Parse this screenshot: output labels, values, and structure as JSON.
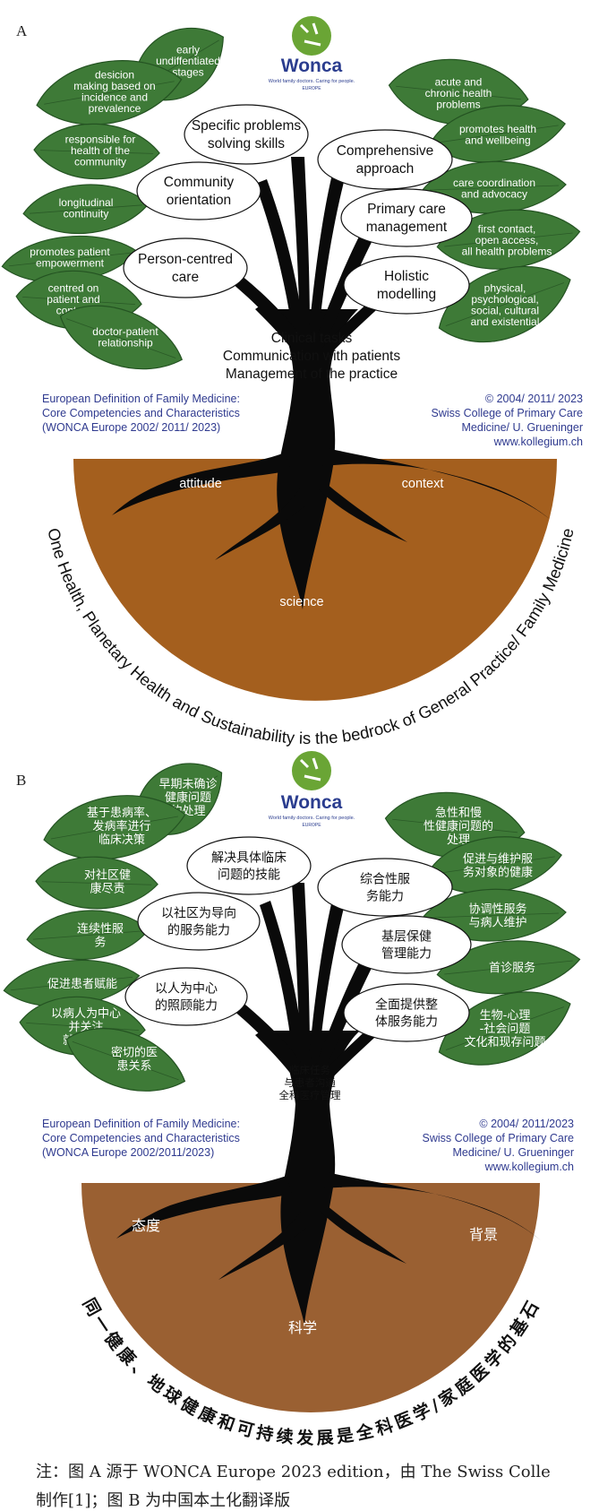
{
  "panelA": {
    "letter": "A",
    "logo": {
      "name": "Wonca",
      "tagline": "World family doctors. Caring for people.",
      "region": "EUROPE"
    },
    "ovals": [
      {
        "id": "specific",
        "lines": [
          "Specific problems",
          "solving skills"
        ]
      },
      {
        "id": "comprehensive",
        "lines": [
          "Comprehensive",
          "approach"
        ]
      },
      {
        "id": "community",
        "lines": [
          "Community",
          "orientation"
        ]
      },
      {
        "id": "primary",
        "lines": [
          "Primary care",
          "management"
        ]
      },
      {
        "id": "person",
        "lines": [
          "Person-centred",
          "care"
        ]
      },
      {
        "id": "holistic",
        "lines": [
          "Holistic",
          "modelling"
        ]
      }
    ],
    "leaves_left": [
      {
        "id": "early",
        "lines": [
          "early",
          "undiffentiated",
          "stages"
        ]
      },
      {
        "id": "desicion",
        "lines": [
          "desicion",
          "making based on",
          "incidence and",
          "prevalence"
        ]
      },
      {
        "id": "responsible",
        "lines": [
          "responsible for",
          "health of the",
          "community"
        ]
      },
      {
        "id": "longitudinal",
        "lines": [
          "longitudinal",
          "continuity"
        ]
      },
      {
        "id": "promotes-patient",
        "lines": [
          "promotes patient",
          "empowerment"
        ]
      },
      {
        "id": "centred",
        "lines": [
          "centred on",
          "patient and",
          "context"
        ]
      },
      {
        "id": "doctor",
        "lines": [
          "doctor-patient",
          "relationship"
        ]
      }
    ],
    "leaves_right": [
      {
        "id": "acute",
        "lines": [
          "acute and",
          "chronic health",
          "problems"
        ]
      },
      {
        "id": "promotes-health",
        "lines": [
          "promotes health",
          "and wellbeing"
        ]
      },
      {
        "id": "care-coord",
        "lines": [
          "care coordination",
          "and advocacy"
        ]
      },
      {
        "id": "first-contact",
        "lines": [
          "first contact,",
          "open access,",
          "all health problems"
        ]
      },
      {
        "id": "physical",
        "lines": [
          "physical,",
          "psychological,",
          "social, cultural",
          "and existential"
        ]
      }
    ],
    "clinical": [
      "Clinical tasks",
      "Communication with patients",
      "Management of the practice"
    ],
    "left_info": [
      "European Definition of Family Medicine:",
      "Core Competencies and Characteristics",
      "(WONCA Europe 2002/ 2011/ 2023)"
    ],
    "right_info": [
      "© 2004/ 2011/ 2023",
      "Swiss College of Primary Care",
      "Medicine/ U. Grueninger",
      "www.kollegium.ch"
    ],
    "soil": {
      "left": "attitude",
      "right": "context",
      "bottom": "science"
    },
    "arc_text": "One Health, Planetary Health and Sustainability is the bedrock of General Practice/ Family Medicine"
  },
  "panelB": {
    "letter": "B",
    "logo": {
      "name": "Wonca",
      "tagline": "World family doctors. Caring for people.",
      "region": "EUROPE"
    },
    "ovals": [
      {
        "id": "specific",
        "lines": [
          "解决具体临床",
          "问题的技能"
        ]
      },
      {
        "id": "comprehensive",
        "lines": [
          "综合性服",
          "务能力"
        ]
      },
      {
        "id": "community",
        "lines": [
          "以社区为导向",
          "的服务能力"
        ]
      },
      {
        "id": "primary",
        "lines": [
          "基层保健",
          "管理能力"
        ]
      },
      {
        "id": "person",
        "lines": [
          "以人为中心",
          "的照顾能力"
        ]
      },
      {
        "id": "holistic",
        "lines": [
          "全面提供整",
          "体服务能力"
        ]
      }
    ],
    "leaves_left": [
      {
        "id": "early",
        "lines": [
          "早期未确诊",
          "健康问题",
          "的处理"
        ]
      },
      {
        "id": "desicion",
        "lines": [
          "基于患病率、",
          "发病率进行",
          "临床决策"
        ]
      },
      {
        "id": "responsible",
        "lines": [
          "对社区健",
          "康尽责"
        ]
      },
      {
        "id": "longitudinal",
        "lines": [
          "连续性服",
          "务"
        ]
      },
      {
        "id": "promotes-patient",
        "lines": [
          "促进患者赋能"
        ]
      },
      {
        "id": "centred",
        "lines": [
          "以病人为中心",
          "并关注",
          "就医背景"
        ]
      },
      {
        "id": "doctor",
        "lines": [
          "密切的医",
          "患关系"
        ]
      }
    ],
    "leaves_right": [
      {
        "id": "acute",
        "lines": [
          "急性和慢",
          "性健康问题的",
          "处理"
        ]
      },
      {
        "id": "promotes-health",
        "lines": [
          "促进与维护服",
          "务对象的健康"
        ]
      },
      {
        "id": "care-coord",
        "lines": [
          "协调性服务",
          "与病人维护"
        ]
      },
      {
        "id": "first-contact",
        "lines": [
          "首诊服务"
        ]
      },
      {
        "id": "physical",
        "lines": [
          "生物-心理",
          "-社会问题",
          "文化和现存问题"
        ]
      }
    ],
    "clinical": [
      "临床任务",
      "与患者沟通",
      "全科医疗管理"
    ],
    "left_info": [
      "European Definition of Family Medicine:",
      "Core Competencies and Characteristics",
      "(WONCA Europe 2002/2011/2023)"
    ],
    "right_info": [
      "© 2004/ 2011/2023",
      "Swiss College of Primary Care",
      "Medicine/ U. Grueninger",
      "www.kollegium.ch"
    ],
    "soil": {
      "left": "态度",
      "right": "背景",
      "bottom": "科学"
    },
    "arc_text": "同一健康、地球健康和可持续发展是全科医学/家庭医学的基石"
  },
  "note": {
    "line1": "注：图 A 源于 WONCA Europe 2023 edition，由 The Swiss Colle",
    "line2": "制作[1]；图 B 为中国本土化翻译版"
  },
  "colors": {
    "leaf": "#3e7a37",
    "leaf_edge": "#245322",
    "soil": "#a45f1e",
    "soil_b": "#9a6032",
    "tree": "#0a0a0a",
    "blue_text": "#2f3a8f",
    "logo_green": "#6aa535",
    "logo_blue": "#2b3d8f"
  }
}
